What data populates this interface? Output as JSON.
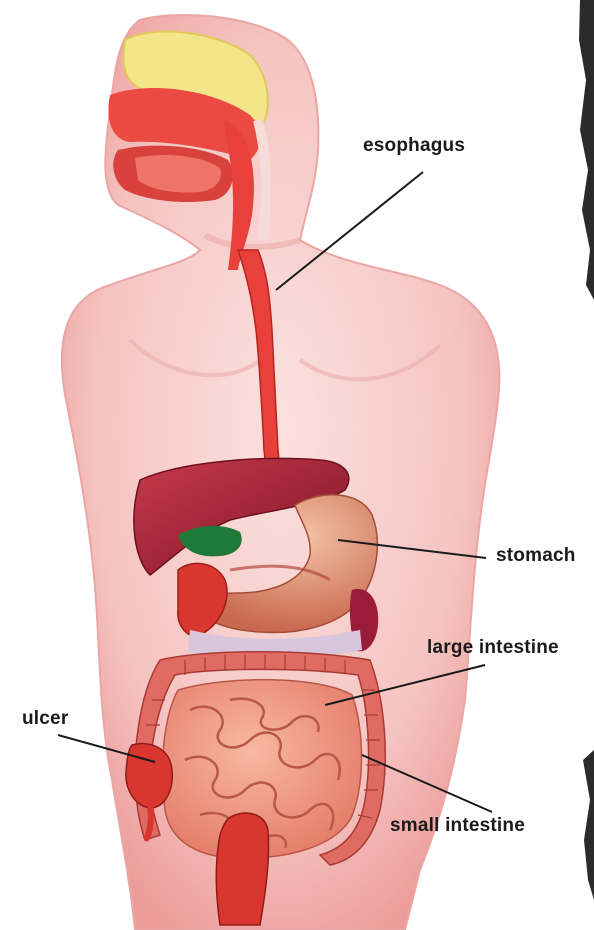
{
  "labels": {
    "esophagus": "esophagus",
    "stomach": "stomach",
    "large_intestine": "large intestine",
    "ulcer": "ulcer",
    "small_intestine": "small intestine"
  },
  "colors": {
    "body_skin": "#f6c9c6",
    "body_outline": "#e79a98",
    "organ_red": "#e8403a",
    "liver": "#b3233a",
    "stomach": "#e39a7a",
    "small_intestine": "#f3a28c",
    "large_intestine": "#e06b62",
    "gallbladder": "#1f7a3a",
    "sinus_yellow": "#f3e58a"
  }
}
